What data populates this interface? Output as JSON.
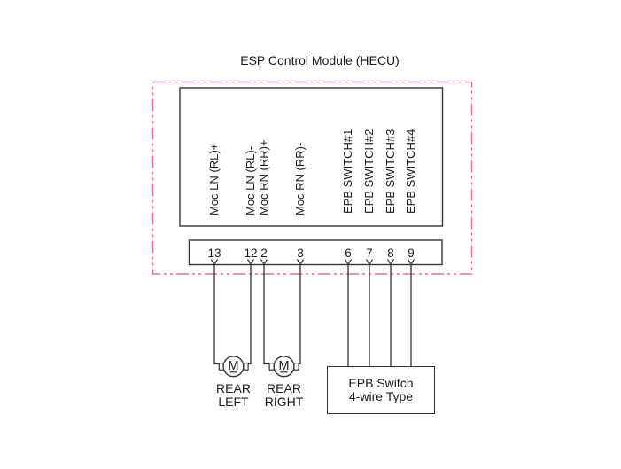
{
  "title": "ESP Control Module (HECU)",
  "colors": {
    "accent_pink": "#e06eb4",
    "line_dark": "#333333",
    "ink": "#1a1a1a",
    "background": "#ffffff"
  },
  "module": {
    "pins": [
      {
        "number": "13",
        "label": "Moc LN (RL)+"
      },
      {
        "number": "12",
        "label": "Moc LN (RL)-"
      },
      {
        "number": "2",
        "label": "Moc RN (RR)+"
      },
      {
        "number": "3",
        "label": "Moc RN (RR)-"
      },
      {
        "number": "6",
        "label": "EPB SWITCH#1"
      },
      {
        "number": "7",
        "label": "EPB SWITCH#2"
      },
      {
        "number": "8",
        "label": "EPB SWITCH#3"
      },
      {
        "number": "9",
        "label": "EPB SWITCH#4"
      }
    ]
  },
  "motors": [
    {
      "symbol": "M",
      "line1": "REAR",
      "line2": "LEFT"
    },
    {
      "symbol": "M",
      "line1": "REAR",
      "line2": "RIGHT"
    }
  ],
  "epb_switch_box": {
    "line1": "EPB Switch",
    "line2": "4-wire Type"
  }
}
